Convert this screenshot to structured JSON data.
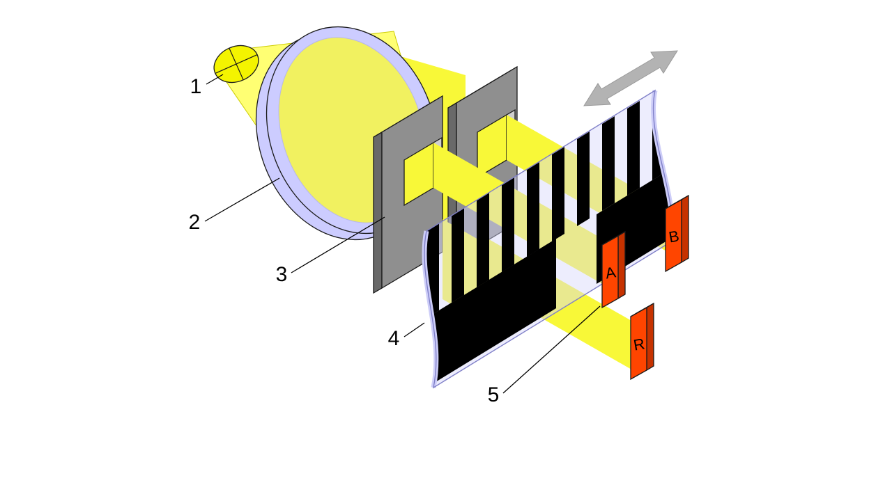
{
  "diagram": {
    "labels": {
      "n1": "1",
      "n2": "2",
      "n3": "3",
      "n4": "4",
      "n5": "5"
    },
    "detectors": {
      "a": "A",
      "b": "B",
      "r": "R"
    },
    "colors": {
      "background": "#ffffff",
      "light_yellow": "#ffff73",
      "beam_yellow": "#f8f838",
      "lens_face_yellow": "#f1f160",
      "lens_lavender": "#ccccff",
      "strip_lavender": "#d6d6fb",
      "stripe_black": "#000000",
      "mask_gray": "#8f8f8f",
      "detector_orange": "#ff4500",
      "arrow_gray": "#b3b3b3",
      "outline_black": "#1a1a1a"
    }
  }
}
